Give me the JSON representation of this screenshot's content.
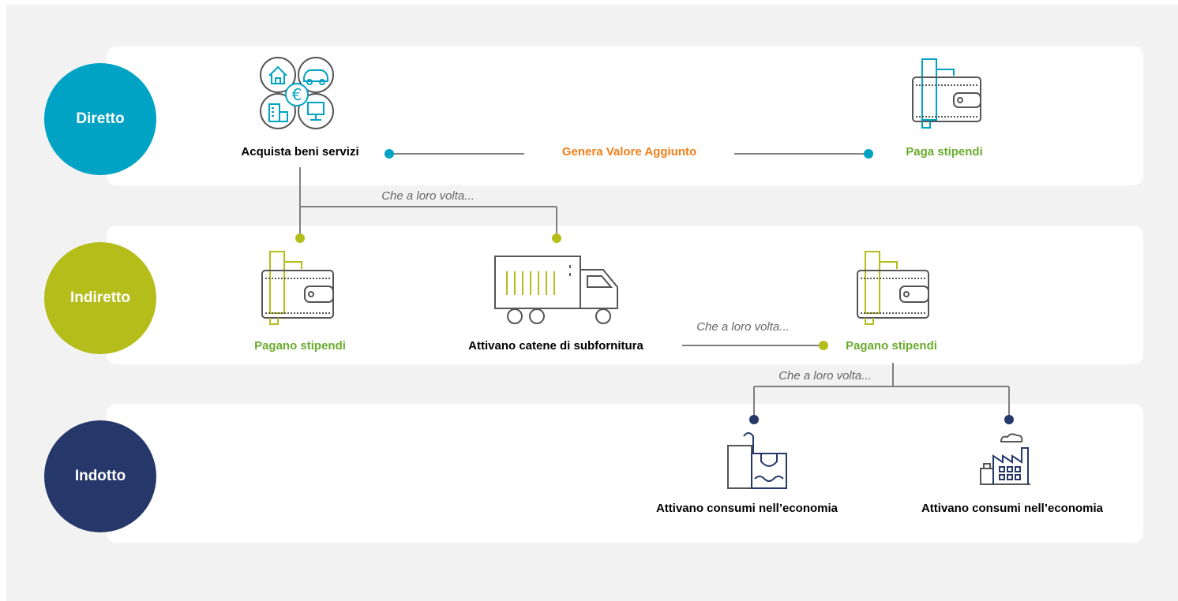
{
  "levels": {
    "direct": {
      "label": "Diretto",
      "color": "#00a3c4"
    },
    "indirect": {
      "label": "Indiretto",
      "color": "#b5bd1b"
    },
    "induced": {
      "label": "Indotto",
      "color": "#253869"
    }
  },
  "direct": {
    "buys": "Acquista beni servizi",
    "value_added": "Genera Valore Aggiunto",
    "pays": "Paga stipendi"
  },
  "indirect": {
    "pay_wages": "Pagano stipendi",
    "supply_chains": "Attivano catene di subfornitura",
    "pay_wages_2": "Pagano stipendi"
  },
  "connectors": {
    "in_turn_1": "Che a loro volta...",
    "in_turn_2": "Che a loro volta...",
    "in_turn_3": "Che a loro volta..."
  },
  "induced": {
    "consumption_1": "Attivano consumi nell’economia",
    "consumption_2": "Attivano consumi nell’economia"
  },
  "colors": {
    "orange": "#f07f1a",
    "green": "#6aab2e",
    "line": "#7f7f7f",
    "icon_gray": "#555555"
  },
  "icons": {
    "goods": "goods-services-icon",
    "wallet": "wallet-icon",
    "truck": "truck-icon",
    "shopping": "shopping-bag-icon",
    "factory": "factory-icon"
  }
}
